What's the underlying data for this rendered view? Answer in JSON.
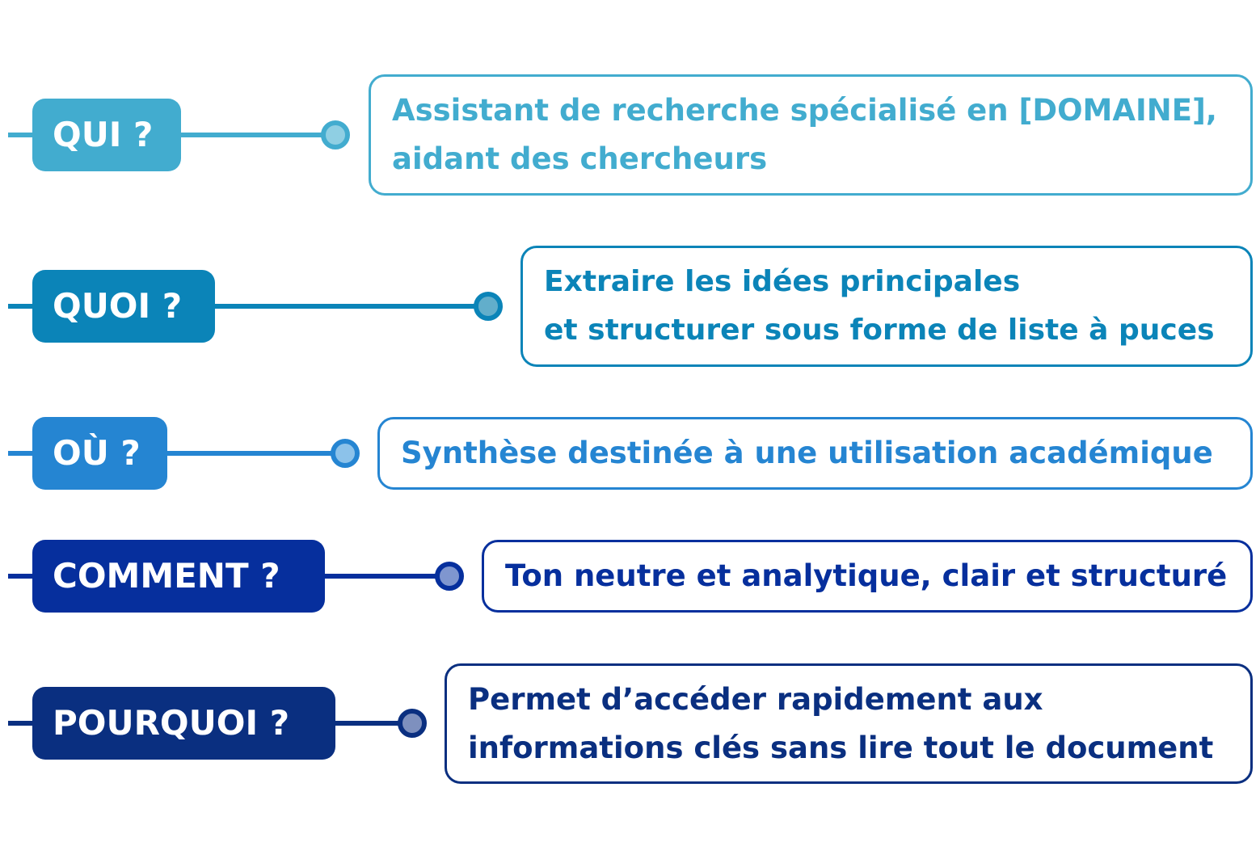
{
  "rows": [
    {
      "label": "QUI ?",
      "lines": [
        "Assistant de recherche spécialisé en [DOMAINE],",
        "aidant des chercheurs"
      ],
      "color": "#42ACCF",
      "dot_fill": "#8FCFE3"
    },
    {
      "label": "QUOI ?",
      "lines": [
        "Extraire les idées principales",
        "et structurer sous forme de liste à puces"
      ],
      "color": "#0B84B8",
      "dot_fill": "#62AECB"
    },
    {
      "label": "OÙ ?",
      "lines": [
        "Synthèse destinée à une utilisation académique"
      ],
      "color": "#2585D2",
      "dot_fill": "#8CC2EA"
    },
    {
      "label": "COMMENT ?",
      "lines": [
        "Ton neutre et analytique, clair et structuré"
      ],
      "color": "#062F9D",
      "dot_fill": "#7F96CF"
    },
    {
      "label": "POURQUOI ?",
      "lines": [
        "Permet d’accéder rapidement aux",
        "informations clés sans lire tout le document"
      ],
      "color": "#0A2F80",
      "dot_fill": "#7E90BE"
    }
  ]
}
